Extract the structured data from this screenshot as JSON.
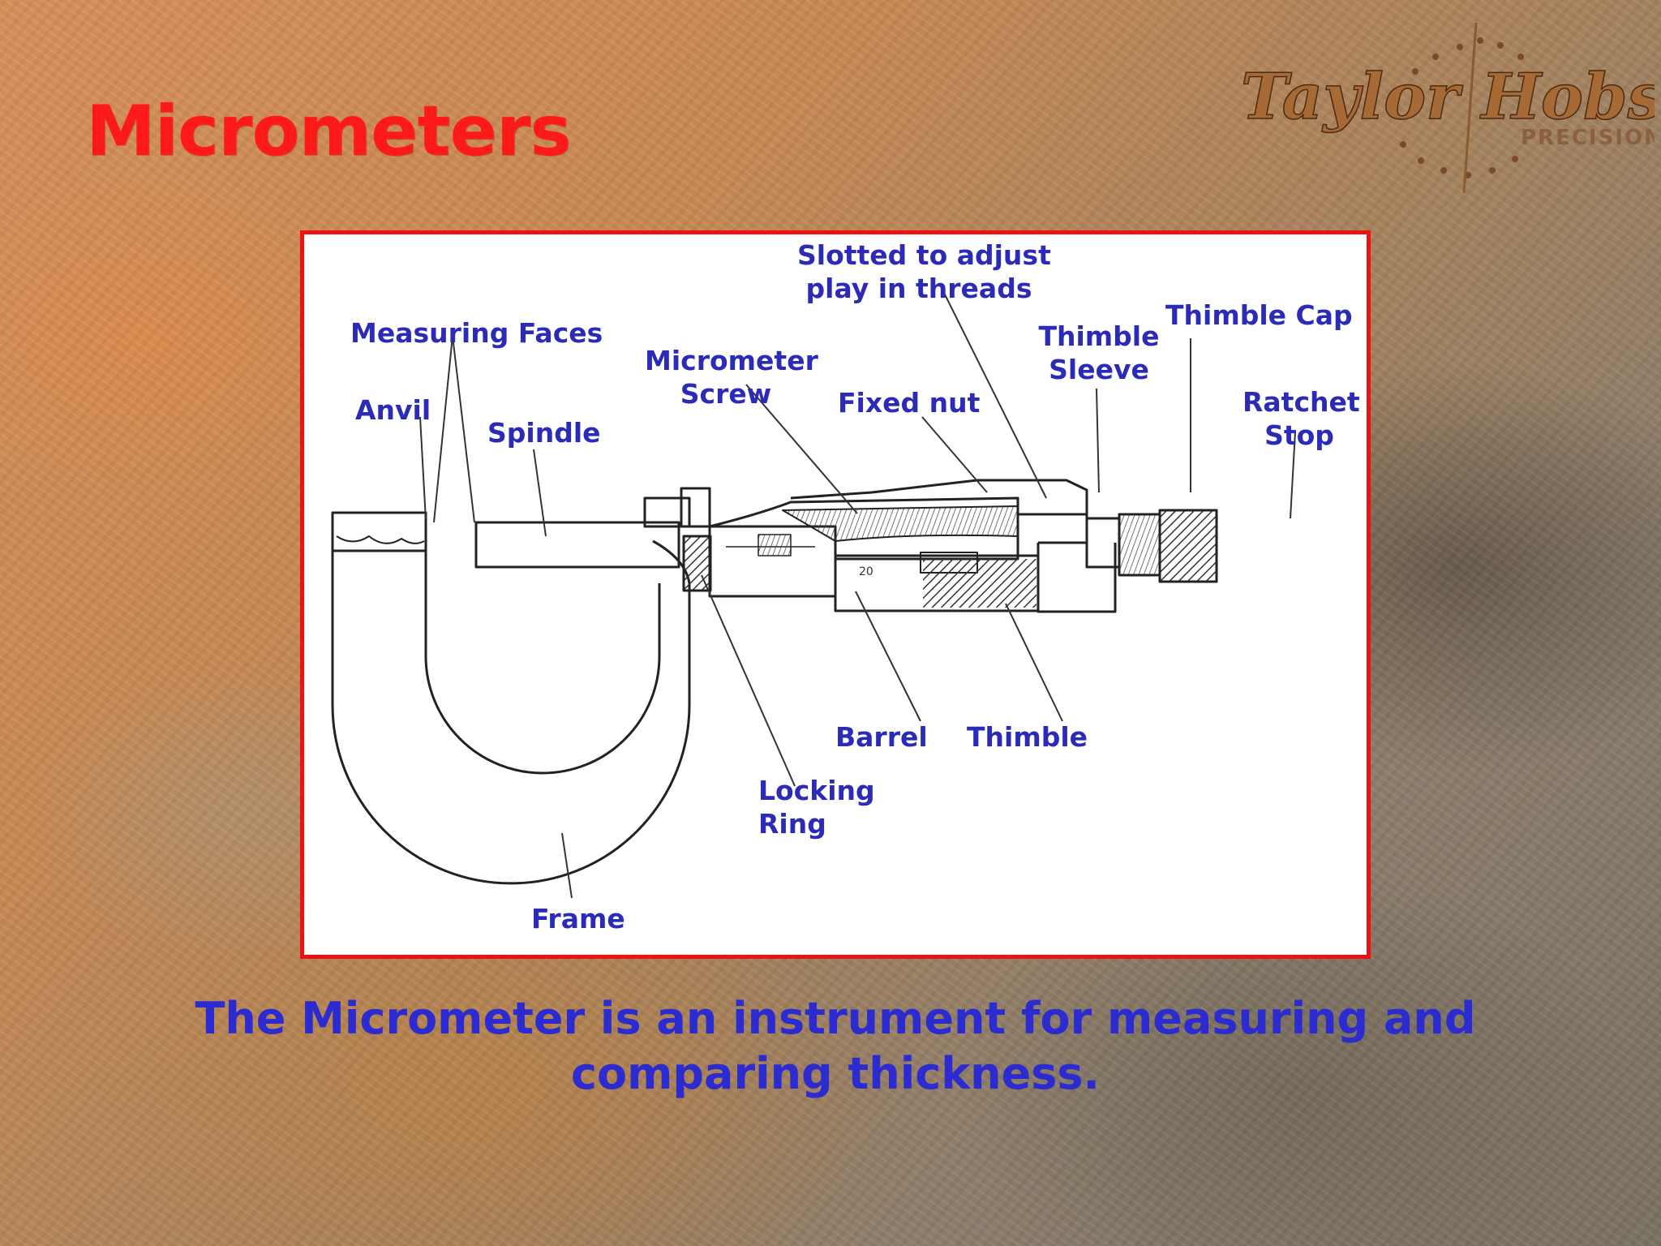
{
  "slide": {
    "title": "Micrometers",
    "caption": "The Micrometer is an instrument for measuring and comparing thickness."
  },
  "logo": {
    "brand": "Taylor Hobson",
    "sub": "PRECISION"
  },
  "diagram": {
    "labels": {
      "slotted_line1": "Slotted to adjust",
      "slotted_line2": "play in threads",
      "thimble_cap": "Thimble Cap",
      "measuring_faces": "Measuring Faces",
      "micrometer_line1": "Micrometer",
      "micrometer_line2": "Screw",
      "thimble_sleeve_line1": "Thimble",
      "thimble_sleeve_line2": "Sleeve",
      "anvil": "Anvil",
      "fixed_nut": "Fixed nut",
      "ratchet_line1": "Ratchet",
      "ratchet_line2": "Stop",
      "spindle": "Spindle",
      "barrel": "Barrel",
      "thimble": "Thimble",
      "locking_line1": "Locking",
      "locking_line2": "Ring",
      "frame": "Frame"
    }
  },
  "colors": {
    "title": "#ff1a1a",
    "label": "#2b2bb8",
    "caption": "#2b2bd0",
    "border": "#ee1111"
  }
}
